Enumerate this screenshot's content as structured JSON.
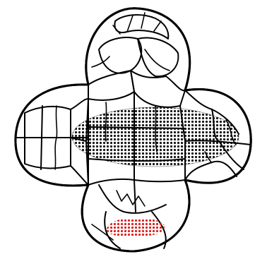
{
  "figure": {
    "shape": "quatrefoil outline divided into many irregular cell regions",
    "colors": {
      "background": "#ffffff",
      "outline": "#000000",
      "main_dots": "#000000",
      "accent_dots": "#e02020"
    },
    "dotted_areas": [
      {
        "name": "central-dotted-ellipse",
        "color": "#000000"
      },
      {
        "name": "lower-red-dotted-patch",
        "color": "#e02020"
      }
    ]
  }
}
